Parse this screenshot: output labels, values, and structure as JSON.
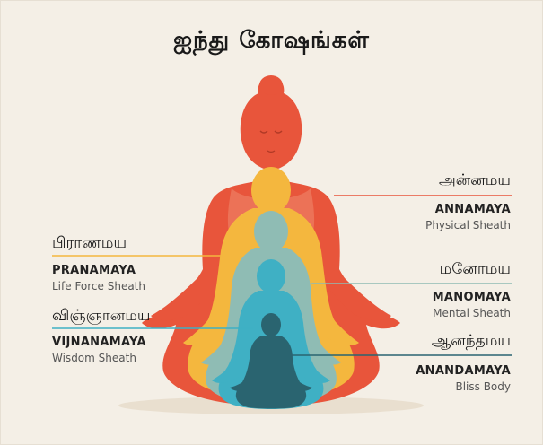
{
  "title": "ஐந்து கோஷங்கள்",
  "sheaths": [
    {
      "tamil": "அன்னமய",
      "name": "ANNAMAYA",
      "desc": "Physical Sheath",
      "color": "#e8553b"
    },
    {
      "tamil": "பிராணமய",
      "name": "PRANAMAYA",
      "desc": "Life Force Sheath",
      "color": "#f4b73e"
    },
    {
      "tamil": "மனோமய",
      "name": "MANOMAYA",
      "desc": "Mental Sheath",
      "color": "#8fbcb4"
    },
    {
      "tamil": "விஞ்ஞானமய",
      "name": "VIJNANAMAYA",
      "desc": "Wisdom Sheath",
      "color": "#3fb0c4"
    },
    {
      "tamil": "ஆனந்தமய",
      "name": "ANANDAMAYA",
      "desc": "Bliss Body",
      "color": "#2a6470"
    }
  ]
}
